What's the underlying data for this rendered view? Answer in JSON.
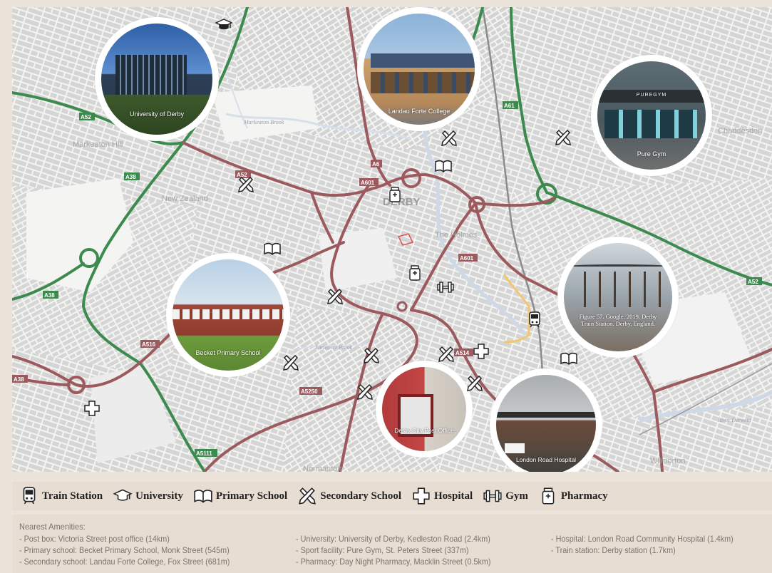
{
  "map": {
    "places": {
      "markeaton_hill": "Markeaton Hill",
      "new_zealand": "New Zealand",
      "derby": "DERBY",
      "the_holmes": "The Holmes",
      "chaddesden": "Chaddesden",
      "normanton": "Normanton",
      "wilmorton": "Wilmorton"
    },
    "water": {
      "markeaton_brook": "Markeaton Brook",
      "littleover_brook": "Littleover Brook",
      "river_derwent": "River Derwent"
    },
    "roads": {
      "a52_left": "A52",
      "a52_mid": "A52",
      "a52_right": "A52",
      "a38_upper": "A38",
      "a38_mid": "A38",
      "a38_lower": "A38",
      "a6": "A6",
      "a601_top": "A601",
      "a601_right": "A601",
      "a61": "A61",
      "a516": "A516",
      "a5250": "A5250",
      "a514": "A514",
      "a5111": "A5111"
    },
    "photos": {
      "university": "University of Derby",
      "landau": "Landau Forte College",
      "puregym": "Pure Gym",
      "puregym_sign": "PUREGYM",
      "becket": "Becket Primary School",
      "train_station": "Figure 57. Google. 2019. Derby Train Station. Derby, England.",
      "post_office": "Derby City Post Office",
      "hospital": "London Road Hospital"
    }
  },
  "legend": {
    "train_station": "Train Station",
    "university": "University",
    "primary_school": "Primary School",
    "secondary_school": "Secondary School",
    "hospital": "Hospital",
    "gym": "Gym",
    "pharmacy": "Pharmacy"
  },
  "amenities": {
    "heading": "Nearest Amenities:",
    "col1": [
      "- Post box: Victoria Street post office (14km)",
      "- Primary school: Becket Primary School, Monk Street (545m)",
      "- Secondary school: Landau Forte College, Fox Street (681m)"
    ],
    "col2": [
      "- University: University of Derby, Kedleston Road (2.4km)",
      "- Sport facility: Pure Gym, St. Peters Street (337m)",
      "- Pharmacy: Day Night Pharmacy, Macklin Street (0.5km)"
    ],
    "col3": [
      "- Hospital: London Road Community Hospital (1.4km)",
      "- Train station: Derby station (1.7km)"
    ]
  },
  "colors": {
    "primary_road": "#9c5a5f",
    "trunk_road": "#3d8a4e",
    "map_bg": "#f4f4f2",
    "building": "#d4d4d4",
    "panel": "#e8ddd3"
  }
}
